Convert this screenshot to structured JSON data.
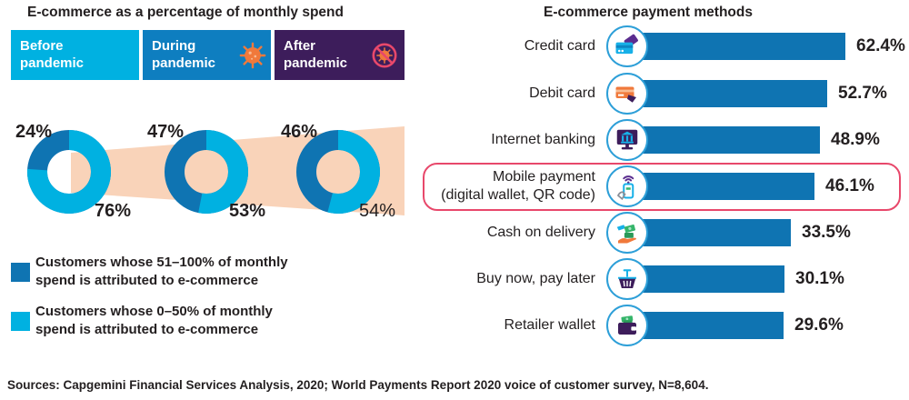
{
  "colors": {
    "cyan": "#00b1e1",
    "dark_blue": "#0f74b2",
    "during_blue": "#0e7ec0",
    "purple": "#3d1d5b",
    "peach_band": "#f9d3b9",
    "highlight_red": "#e8486b",
    "icon_ring": "#2d9fd8",
    "virus_orange": "#f0793b",
    "cash_green": "#35b56a",
    "text": "#231f20"
  },
  "left_panel": {
    "title": "E-commerce as a percentage of monthly spend",
    "phases": [
      {
        "label": "Before\npandemic",
        "color": "#00b1e1"
      },
      {
        "label": "During\npandemic",
        "color": "#0e7ec0",
        "icon": "virus-icon"
      },
      {
        "label": "After\npandemic",
        "color": "#3d1d5b",
        "icon": "no-virus-icon"
      }
    ],
    "donuts": [
      {
        "phase": "Before pandemic",
        "high_share": 24,
        "low_share": 76,
        "high_label": "24%",
        "low_label": "76%"
      },
      {
        "phase": "During pandemic",
        "high_share": 47,
        "low_share": 53,
        "high_label": "47%",
        "low_label": "53%"
      },
      {
        "phase": "After pandemic",
        "high_share": 46,
        "low_share": 54,
        "high_label": "46%",
        "low_label": "54%"
      }
    ],
    "legend": [
      {
        "color": "#0f74b2",
        "label": "Customers whose 51–100% of monthly\nspend is attributed to e-commerce"
      },
      {
        "color": "#00b1e1",
        "label": "Customers whose 0–50% of monthly\nspend is attributed to e-commerce"
      }
    ]
  },
  "right_panel": {
    "title": "E-commerce payment methods",
    "bars": [
      {
        "label": "Credit card",
        "icon": "credit-card-icon",
        "value": 62.4,
        "value_label": "62.4%"
      },
      {
        "label": "Debit card",
        "icon": "debit-card-icon",
        "value": 52.7,
        "value_label": "52.7%"
      },
      {
        "label": "Internet banking",
        "icon": "internet-banking-icon",
        "value": 48.9,
        "value_label": "48.9%"
      },
      {
        "label": "Mobile payment\n(digital wallet, QR code)",
        "icon": "mobile-payment-icon",
        "value": 46.1,
        "value_label": "46.1%",
        "highlighted": true
      },
      {
        "label": "Cash on delivery",
        "icon": "cash-on-delivery-icon",
        "value": 33.5,
        "value_label": "33.5%"
      },
      {
        "label": "Buy now, pay later",
        "icon": "buy-now-pay-later-icon",
        "value": 30.1,
        "value_label": "30.1%"
      },
      {
        "label": "Retailer wallet",
        "icon": "retailer-wallet-icon",
        "value": 29.6,
        "value_label": "29.6%"
      }
    ]
  },
  "sources": "Sources:  Capgemini Financial Services Analysis, 2020; World Payments Report 2020 voice of customer survey, N=8,604.",
  "chart_data": [
    {
      "type": "pie",
      "title": "E-commerce as a percentage of monthly spend",
      "categories": [
        "Before pandemic",
        "During pandemic",
        "After pandemic"
      ],
      "series": [
        {
          "name": "Customers whose 51–100% of monthly spend is attributed to e-commerce",
          "values": [
            24,
            47,
            46
          ]
        },
        {
          "name": "Customers whose 0–50% of monthly spend is attributed to e-commerce",
          "values": [
            76,
            53,
            54
          ]
        }
      ],
      "legend_position": "bottom-left",
      "donut": true
    },
    {
      "type": "bar",
      "title": "E-commerce payment methods",
      "orientation": "horizontal",
      "categories": [
        "Credit card",
        "Debit card",
        "Internet banking",
        "Mobile payment (digital wallet, QR code)",
        "Cash on delivery",
        "Buy now, pay later",
        "Retailer wallet"
      ],
      "values": [
        62.4,
        52.7,
        48.9,
        46.1,
        33.5,
        30.1,
        29.6
      ],
      "unit": "%",
      "highlighted_category": "Mobile payment (digital wallet, QR code)",
      "xlabel": "",
      "ylabel": "",
      "xlim": [
        0,
        70
      ],
      "grid": false
    }
  ]
}
